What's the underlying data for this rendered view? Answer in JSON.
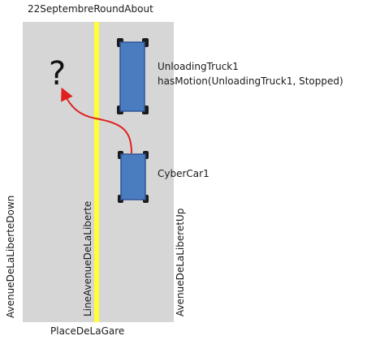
{
  "labels": {
    "roundabout": "22SeptembreRoundAbout",
    "place": "PlaceDeLaGare",
    "avenue_down": "AvenueDeLaLiberteDown",
    "avenue_up": "AvenueDeLaLiberetUp",
    "center_line": "LineAvenueDeLaLiberte",
    "question_mark": "?"
  },
  "vehicles": {
    "truck": {
      "name": "UnloadingTruck1",
      "status": "hasMotion(UnloadingTruck1, Stopped)"
    },
    "car": {
      "name": "CyberCar1"
    }
  },
  "colors": {
    "road": "#d6d6d6",
    "center_line": "#ffff33",
    "vehicle_fill": "#4a7dbf",
    "vehicle_stroke": "#2f5597",
    "wheel": "#1a1a1a",
    "trajectory": "#e02020"
  }
}
